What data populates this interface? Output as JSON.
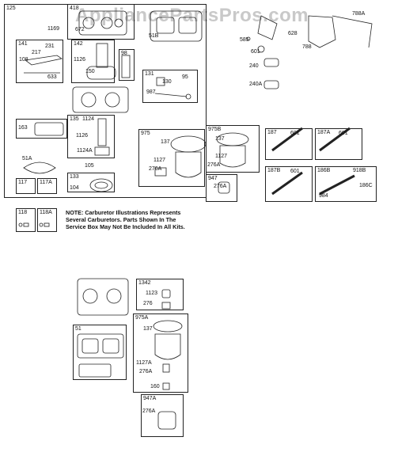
{
  "watermark": "AppliancePartsPros.com",
  "note": {
    "line1": "NOTE:  Carburetor  Illustrations  Represents",
    "line2": "Several  Carburetors.  Parts  Shown  In  The",
    "line3": "Service Box May Not Be Included In All Kits."
  },
  "boxes": {
    "b125": "125",
    "b418": "418",
    "b141": "141",
    "b142": "142",
    "b98": "98",
    "b131": "131",
    "b163": "163",
    "b135": "135",
    "b975": "975",
    "b133": "133",
    "b117": "117",
    "b117a": "117A",
    "b118": "118",
    "b118a": "118A",
    "b975b": "975B",
    "b947": "947",
    "b187": "187",
    "b187a": "187A",
    "b187b": "187B",
    "b186b": "186B",
    "b1342": "1342",
    "b975a": "975A",
    "b947a": "947A",
    "b51": "51"
  },
  "parts": {
    "p1169": "1169",
    "p672": "672",
    "p51b": "51B",
    "p217": "217",
    "p231": "231",
    "p108": "108",
    "p633": "633",
    "p1126a": "1126",
    "p150": "150",
    "p130": "130",
    "p95": "95",
    "p987": "987",
    "p1124": "1124",
    "p1126b": "1126",
    "p1124a": "1124A",
    "p105": "105",
    "p51a": "51A",
    "p104": "104",
    "p137a": "137",
    "p1127a": "1127",
    "p276a1": "276A",
    "p137b": "137",
    "p1127b": "1127",
    "p276a2": "276A",
    "p276a3": "276A",
    "p788a": "788A",
    "p585": "585",
    "p628": "628",
    "p788": "788",
    "p601a": "601",
    "p240": "240",
    "p240a": "240A",
    "p601b": "601",
    "p601c": "601",
    "p601d": "601",
    "p918b": "918B",
    "p984": "984",
    "p186c": "186C",
    "p1123": "1123",
    "p276": "276",
    "p137c": "137",
    "p1127a2": "1127A",
    "p276a4": "276A",
    "p160": "160",
    "p276a5": "276A"
  }
}
